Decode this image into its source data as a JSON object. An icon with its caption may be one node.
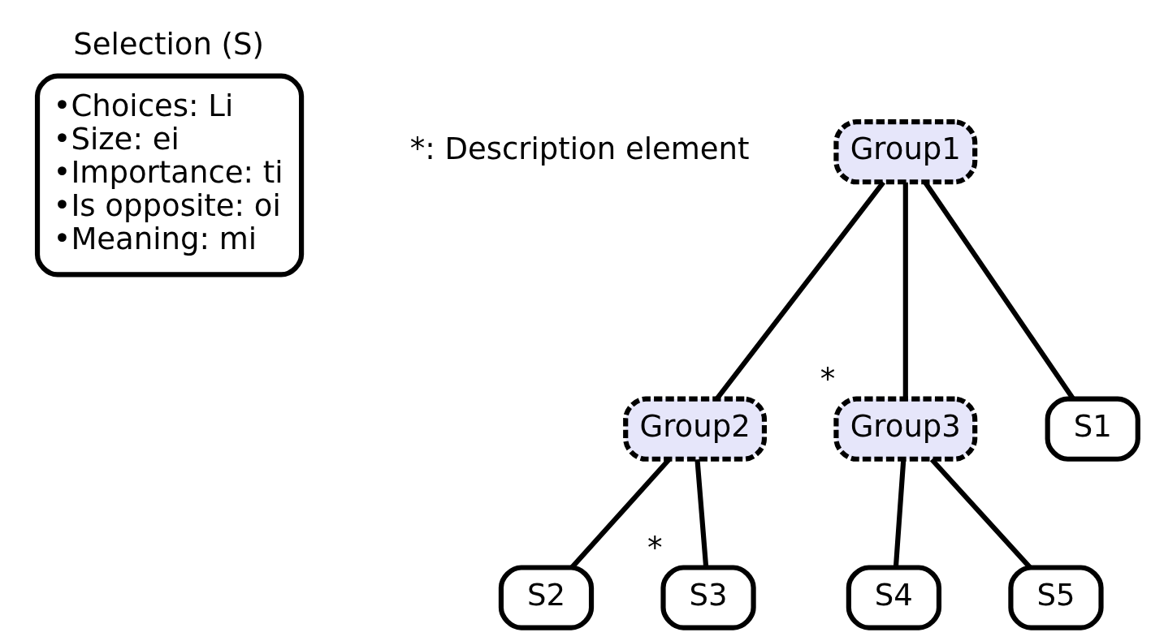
{
  "diagram": {
    "nodes": [
      {
        "text": [
          "Selection (S)",
          "•Choices: Li",
          "•Size: ei",
          "•Importance: ti",
          "•Is opposite: oi",
          "•Meaning: mi"
        ]
      },
      {
        "text": [
          "Group1"
        ]
      },
      {
        "text": [
          "Group2"
        ]
      },
      {
        "text": [
          "Group3"
        ],
        "beside": [
          "*"
        ]
      },
      {
        "text": [
          "S1"
        ]
      },
      {
        "text": [
          "S2"
        ]
      },
      {
        "text": [
          "S3"
        ],
        "beside": [
          "*"
        ]
      },
      {
        "text": [
          "S4"
        ]
      },
      {
        "text": [
          "S5"
        ]
      }
    ],
    "edges": [
      {
        "from": 1,
        "to": 2,
        "arrow": "none"
      },
      {
        "from": 1,
        "to": 3,
        "arrow": "none"
      },
      {
        "from": 1,
        "to": 4,
        "arrow": "none"
      },
      {
        "from": 2,
        "to": 5,
        "arrow": "none"
      },
      {
        "from": 2,
        "to": 6,
        "arrow": "none"
      },
      {
        "from": 3,
        "to": 7,
        "arrow": "none"
      },
      {
        "from": 3,
        "to": 8,
        "arrow": "none"
      }
    ],
    "labels": [
      "*: Description element"
    ]
  }
}
